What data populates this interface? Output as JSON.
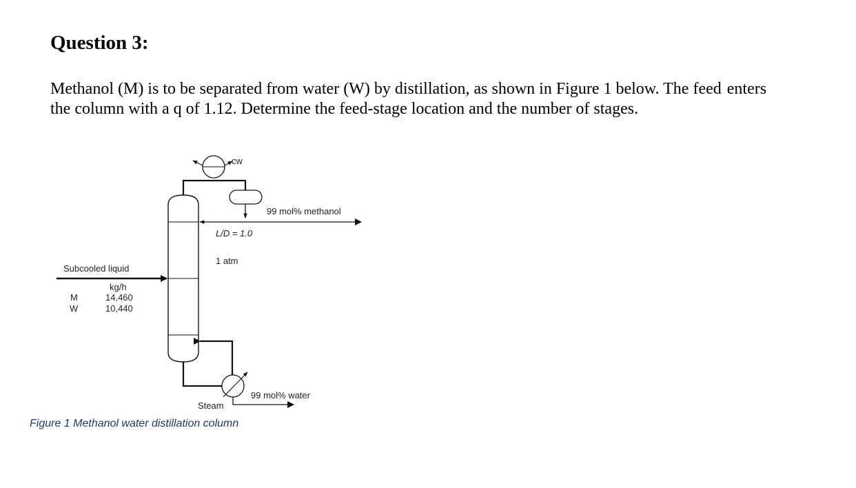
{
  "question": {
    "title": "Question 3:",
    "line1_a": "Methanol (M) is to be separated from water (W) by distillation, as shown in Figure 1 below. The feed",
    "line1_b": "enters",
    "line2": "the column with a q of 1.12. Determine the feed-stage location and the number of stages."
  },
  "figure": {
    "cw": "cw",
    "distillate": "99 mol% methanol",
    "reflux_ratio": "L/D = 1.0",
    "pressure": "1 atm",
    "feed_condition": "Subcooled liquid",
    "flow_unit": "kg/h",
    "feed_components": [
      {
        "name": "M",
        "flow": "14,460"
      },
      {
        "name": "W",
        "flow": "10,440"
      }
    ],
    "bottoms": "99 mol% water",
    "steam": "Steam",
    "caption": "Figure 1 Methanol water distillation column"
  }
}
